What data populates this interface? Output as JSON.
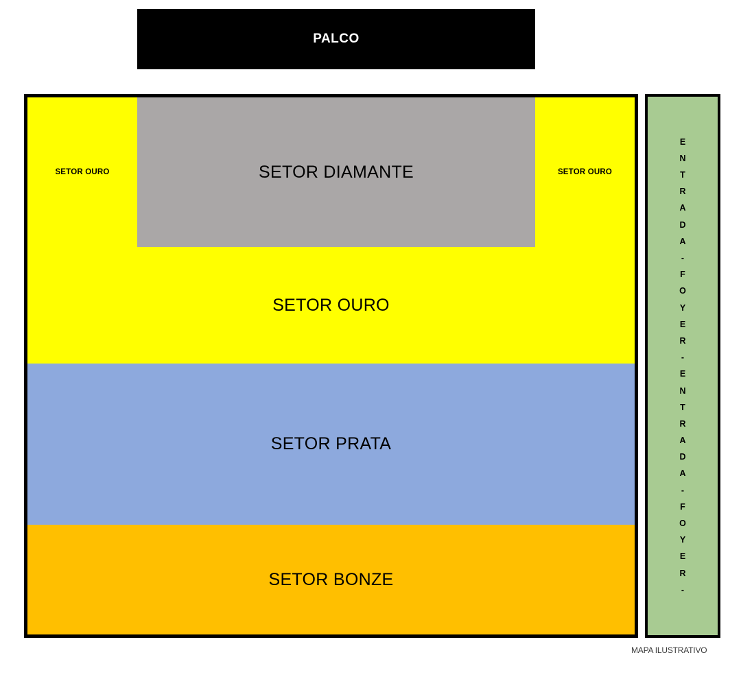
{
  "stage": {
    "label": "PALCO"
  },
  "hall": {
    "diamante": {
      "label": "SETOR DIAMANTE",
      "color": "#aaa7a7"
    },
    "side_left": {
      "label": "SETOR OURO",
      "color": "#ffff00"
    },
    "side_right": {
      "label": "SETOR OURO",
      "color": "#ffff00"
    },
    "bands": [
      {
        "label": "SETOR OURO",
        "color": "#ffff00"
      },
      {
        "label": "SETOR PRATA",
        "color": "#8da9dd"
      },
      {
        "label": "SETOR BONZE",
        "color": "#ffbf00"
      }
    ]
  },
  "foyer": {
    "text": "ENTRADA - FOYER - ENTRADA - FOYER -",
    "letters": [
      "E",
      "N",
      "T",
      "R",
      "A",
      "D",
      "A",
      "-",
      "F",
      "O",
      "Y",
      "E",
      "R",
      "-",
      "E",
      "N",
      "T",
      "R",
      "A",
      "D",
      "A",
      "-",
      "F",
      "O",
      "Y",
      "E",
      "R",
      "-"
    ],
    "color": "#a8cb92"
  },
  "caption": {
    "text": "MAPA ILUSTRATIVO"
  }
}
